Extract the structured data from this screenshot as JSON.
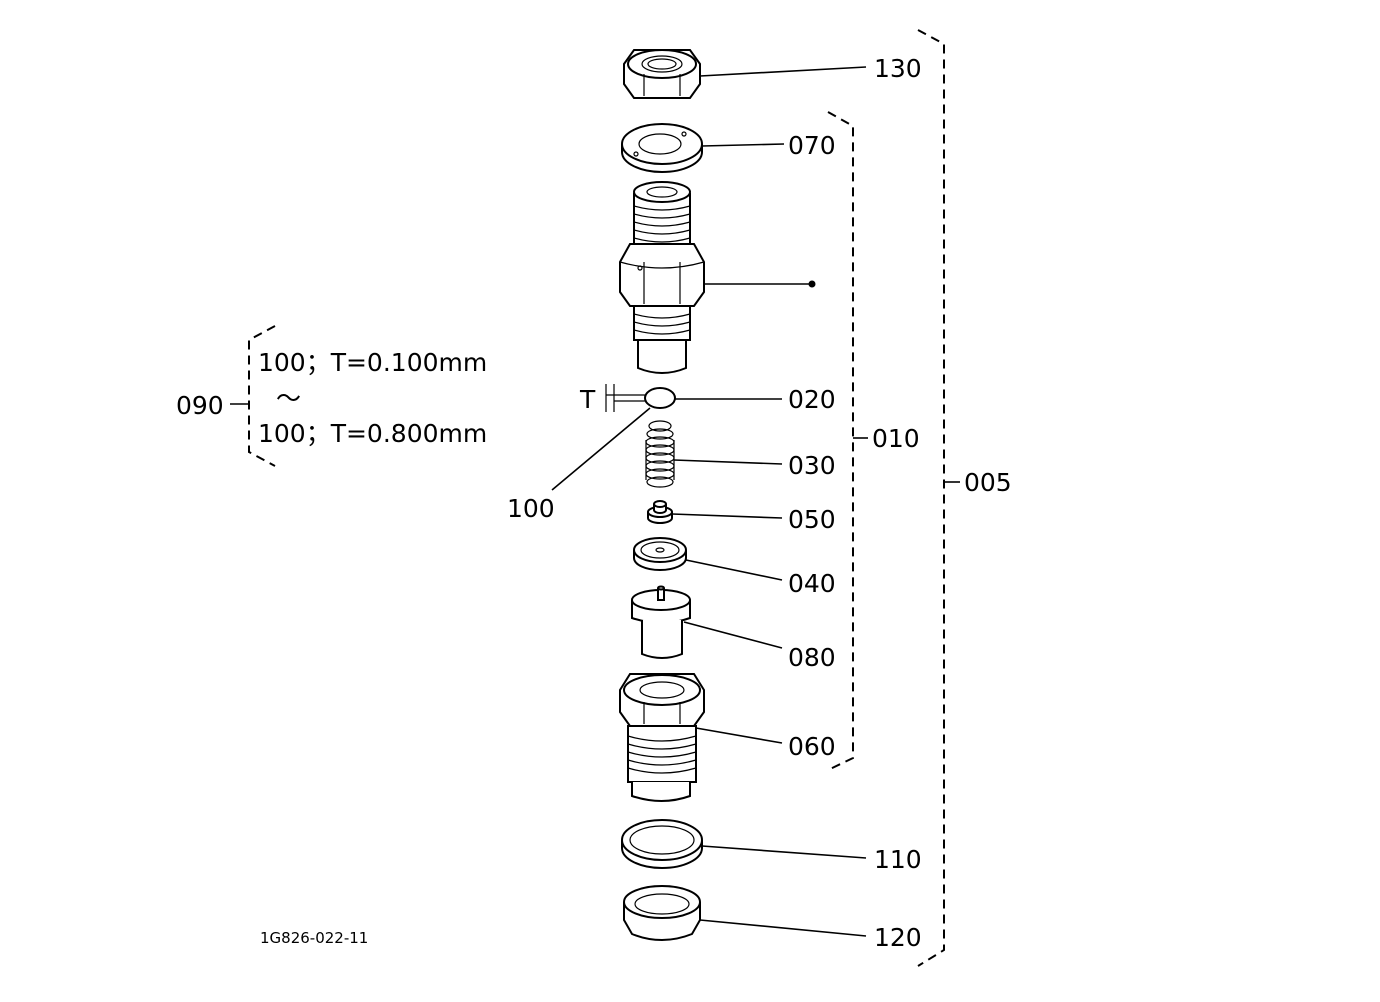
{
  "labels": {
    "p130": "130",
    "p070": "070",
    "p020": "020",
    "p030": "030",
    "p050": "050",
    "p040": "040",
    "p080": "080",
    "p060": "060",
    "p110": "110",
    "p120": "120",
    "p010": "010",
    "p005": "005",
    "p100": "100",
    "p090": "090",
    "t": "T"
  },
  "shim_range": {
    "min": "100；T=0.100mm",
    "tilde": "～",
    "max": "100；T=0.800mm"
  },
  "drawing_number": "1G826-022-11"
}
